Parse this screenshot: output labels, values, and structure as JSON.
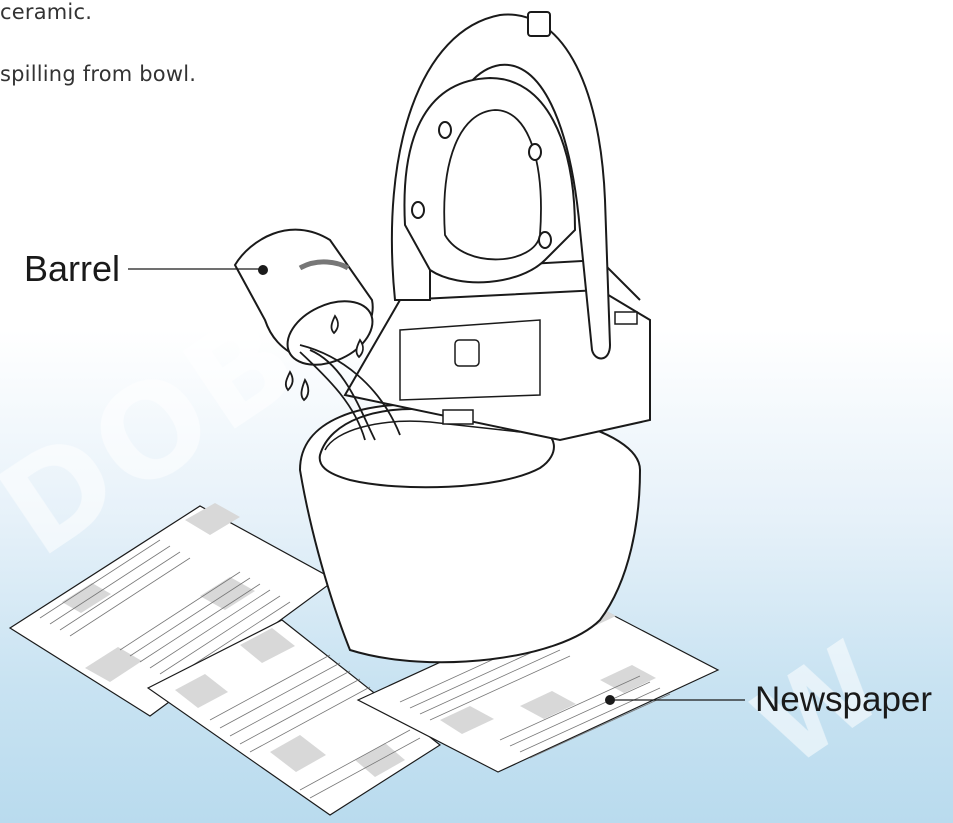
{
  "instructions": {
    "line1": "ceramic.",
    "line2": "spilling from bowl."
  },
  "labels": {
    "barrel": "Barrel",
    "newspaper": "Newspaper"
  },
  "watermark": {
    "text": "DOBRIDGE®"
  },
  "colors": {
    "line": "#1a1a1a",
    "paper_block": "#d8d8d8",
    "background_bottom": "#b9dbee"
  }
}
